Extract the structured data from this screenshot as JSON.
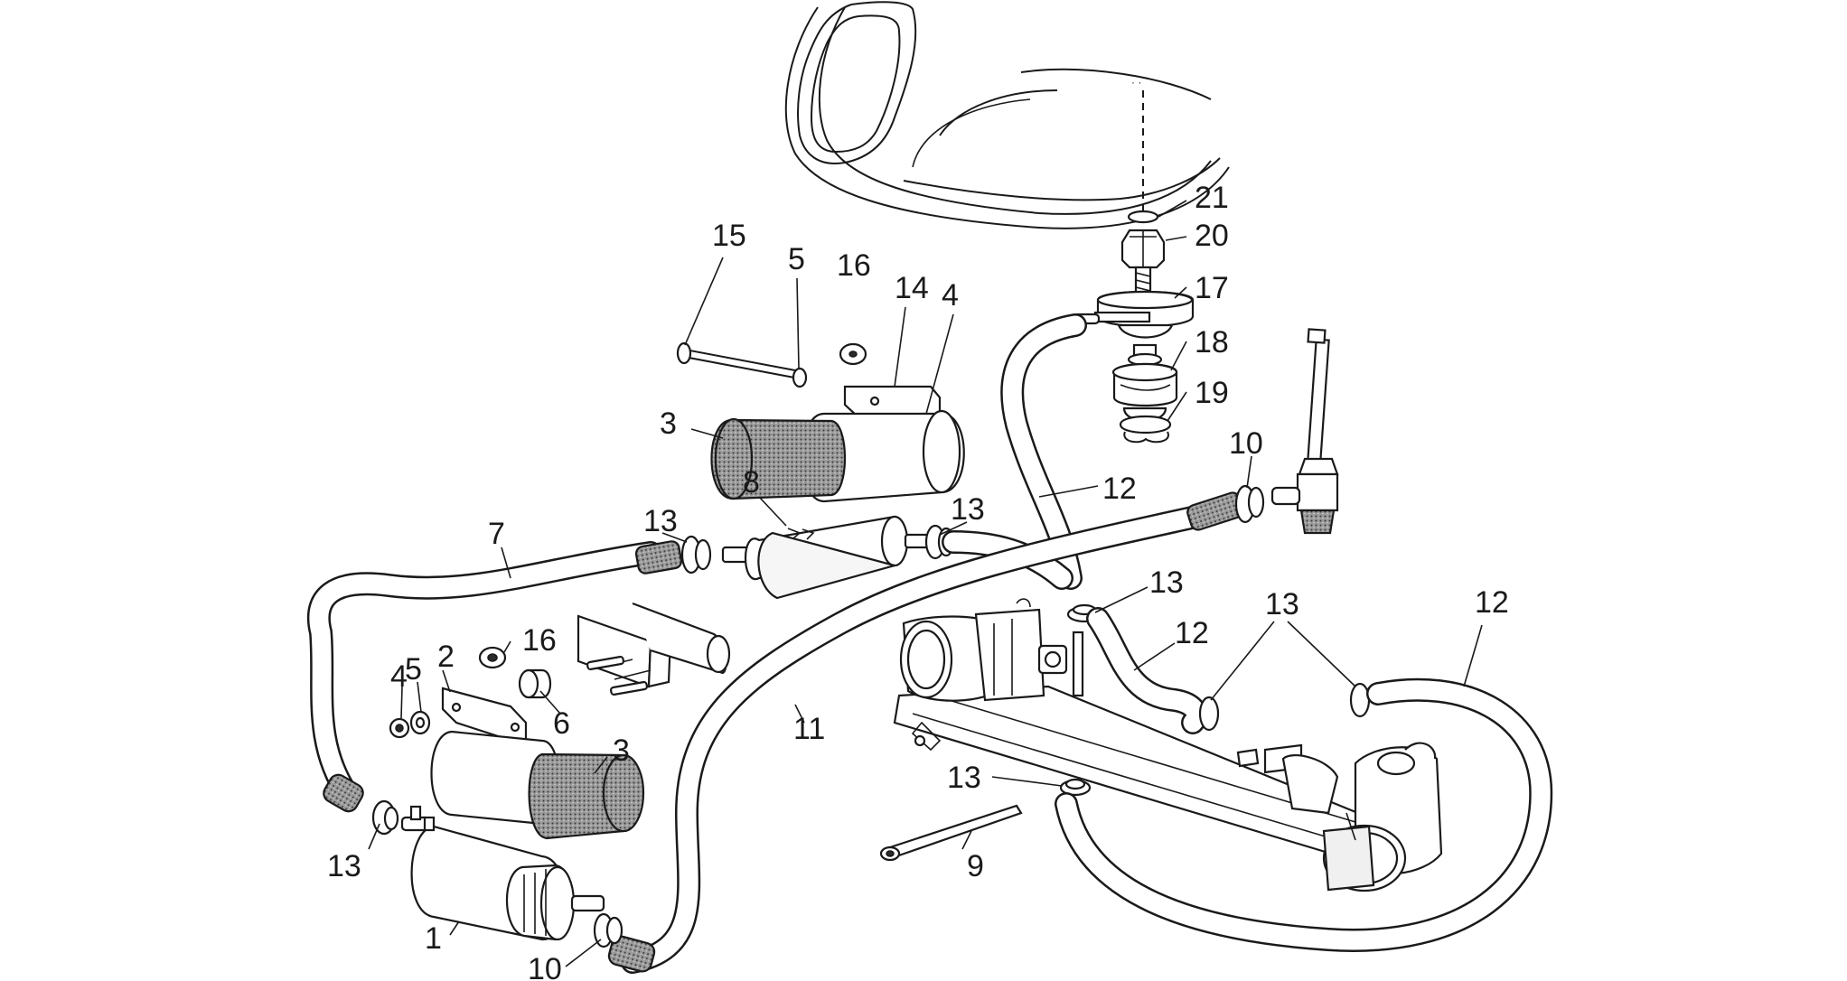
{
  "callouts": {
    "c1": "1",
    "c2": "2",
    "c3a": "3",
    "c3b": "3",
    "c4a": "4",
    "c4b": "4",
    "c5a": "5",
    "c5b": "5",
    "c6": "6",
    "c7": "7",
    "c8": "8",
    "c9": "9",
    "c10a": "10",
    "c10b": "10",
    "c11": "11",
    "c12a": "12",
    "c12b": "12",
    "c12c": "12",
    "c13a": "13",
    "c13b": "13",
    "c13c": "13",
    "c13d": "13",
    "c13e": "13",
    "c13f": "13",
    "c14": "14",
    "c15": "15",
    "c16a": "16",
    "c16b": "16",
    "c17": "17",
    "c18": "18",
    "c19": "19",
    "c20": "20",
    "c21": "21"
  }
}
